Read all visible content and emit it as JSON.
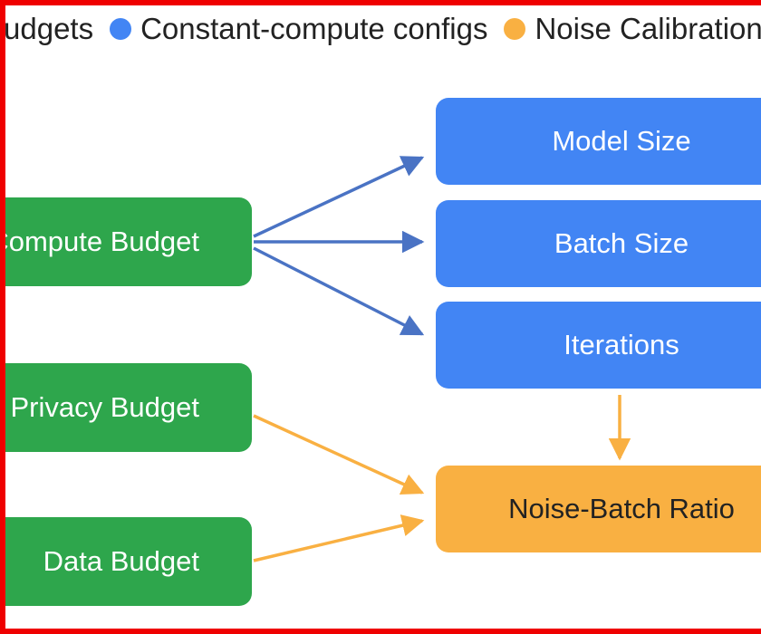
{
  "legend": {
    "items": [
      {
        "label": "Budgets",
        "color": "#2ea64c"
      },
      {
        "label": "Constant-compute configs",
        "color": "#4285f4"
      },
      {
        "label": "Noise Calibration",
        "color": "#f9b042"
      }
    ]
  },
  "nodes": {
    "compute_budget": "Compute Budget",
    "privacy_budget": "Privacy Budget",
    "data_budget": "Data Budget",
    "model_size": "Model Size",
    "batch_size": "Batch Size",
    "iterations": "Iterations",
    "noise_batch_ratio": "Noise-Batch Ratio"
  },
  "colors": {
    "frame": "#ef0000",
    "blue_arrow": "#4a73c4",
    "orange_arrow": "#f9b042"
  }
}
